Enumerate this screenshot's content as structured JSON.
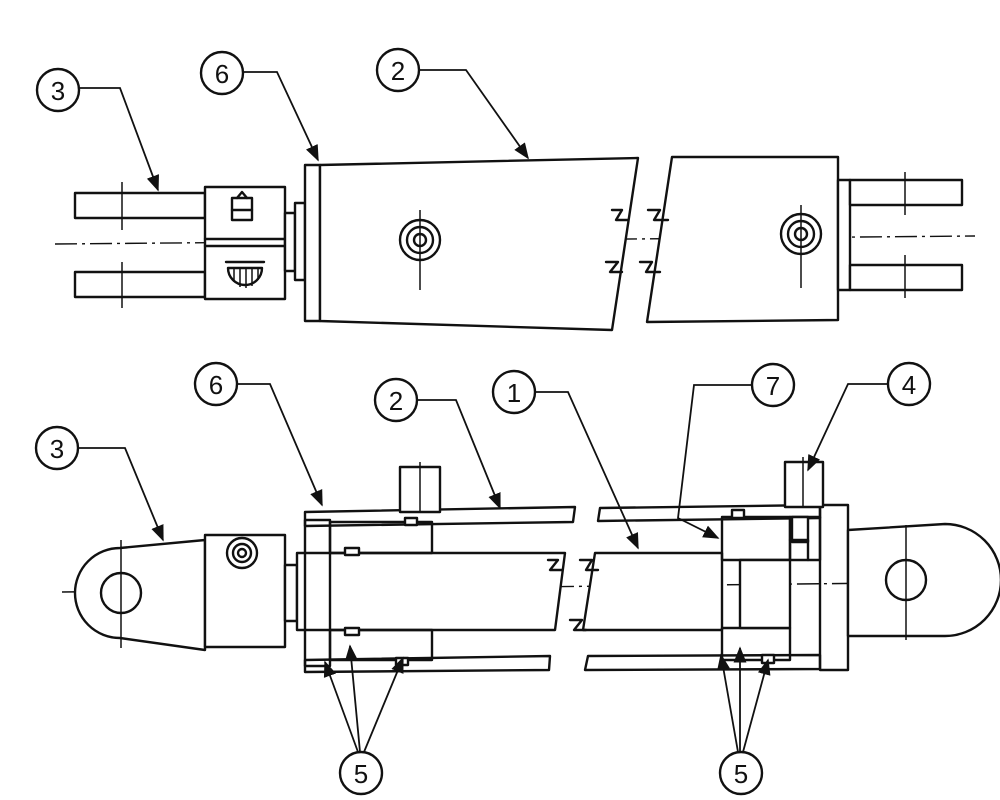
{
  "balloons": {
    "top_3": "3",
    "top_6": "6",
    "top_2": "2",
    "bot_3": "3",
    "bot_6": "6",
    "bot_2": "2",
    "bot_1": "1",
    "bot_7": "7",
    "bot_4": "4",
    "bot_5_left": "5",
    "bot_5_right": "5"
  }
}
